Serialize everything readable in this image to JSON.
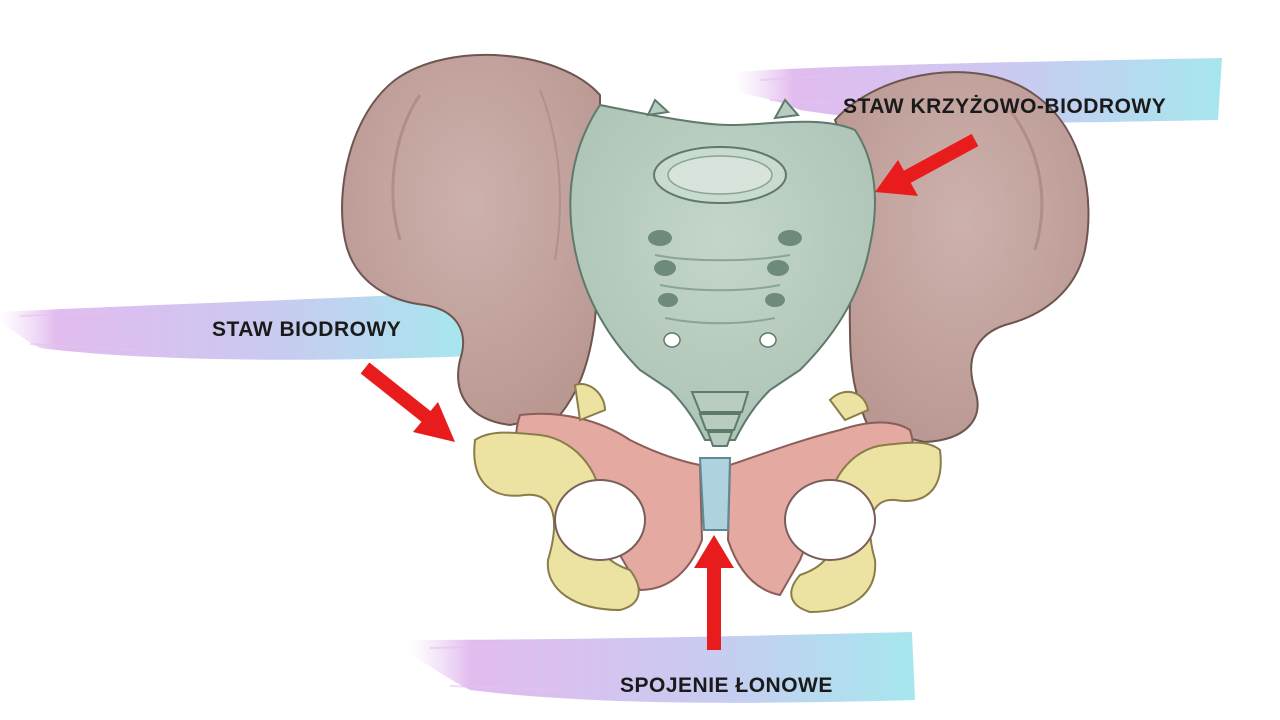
{
  "labels": {
    "sacroiliac": "STAW KRZYŻOWO-BIODROWY",
    "hip": "STAW BIODROWY",
    "pubic": "SPOJENIE ŁONOWE"
  },
  "colors": {
    "ilium": "#c8aaa6",
    "ilium_dark": "#a9877f",
    "sacrum": "#b8cdbf",
    "sacrum_dark": "#8aa596",
    "pubis_pink": "#e4a9a1",
    "ischium_yellow": "#ece3a2",
    "symphysis_blue": "#aed3df",
    "arrow_red": "#e81c1c",
    "brush_pink": "#d7a8e8",
    "brush_blue": "#a9e6ee",
    "text": "#1a1a1a"
  }
}
